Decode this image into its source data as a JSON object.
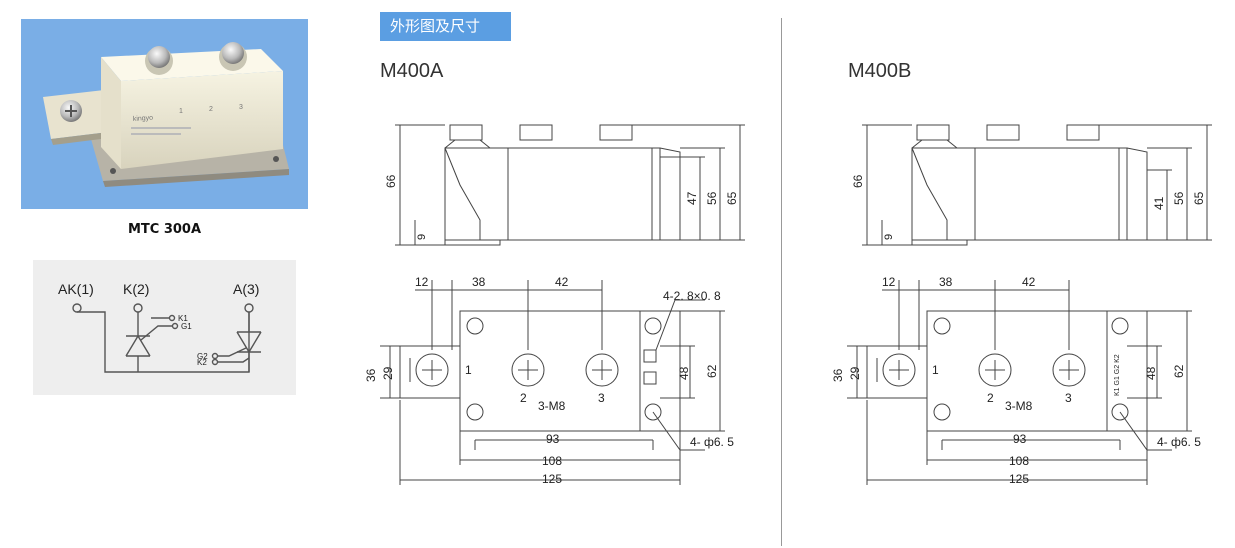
{
  "section_title": "外形图及尺寸",
  "photo": {
    "caption": "MTC 300A",
    "brand": "kingyo",
    "terminal_numbers": [
      "1",
      "2",
      "3"
    ]
  },
  "schematic": {
    "labels": {
      "ak1": "AK(1)",
      "k2": "K(2)",
      "a3": "A(3)",
      "pin_k1": "K1",
      "pin_g1": "G1",
      "pin_g2": "G2",
      "pin_k2": "K2"
    }
  },
  "drawings": [
    {
      "model": "M400A",
      "side": {
        "h66": "66",
        "h9": "9",
        "h47": "47",
        "h56": "56",
        "h65": "65"
      },
      "top": {
        "d12": "12",
        "d38": "38",
        "d42": "42",
        "holes": "4-2. 8×0. 8",
        "d36": "36",
        "d29": "29",
        "t1": "1",
        "t2": "2",
        "t3": "3",
        "screw": "3-M8",
        "d48": "48",
        "d62": "62",
        "d93": "93",
        "d108": "108",
        "d125": "125",
        "mount": "4- ф6. 5"
      }
    },
    {
      "model": "M400B",
      "side": {
        "h66": "66",
        "h9": "9",
        "h47": "41",
        "h56": "56",
        "h65": "65"
      },
      "top": {
        "d12": "12",
        "d38": "38",
        "d42": "42",
        "holes": "",
        "d36": "36",
        "d29": "29",
        "t1": "1",
        "t2": "2",
        "t3": "3",
        "screw": "3-M8",
        "d48": "48",
        "d62": "62",
        "d93": "93",
        "d108": "108",
        "d125": "125",
        "mount": "4- ф6. 5",
        "pins": "K1 G1 G2 K2"
      }
    }
  ]
}
